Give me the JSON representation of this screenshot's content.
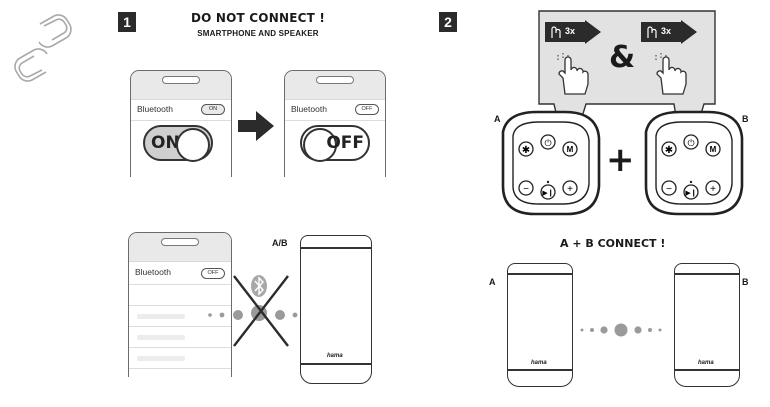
{
  "step1": {
    "number": "1",
    "title_prefix": "DO ",
    "title_emph": "NOT",
    "title_suffix": " CONNECT !",
    "subtitle": "SMARTPHONE AND SPEAKER"
  },
  "phone": {
    "bluetooth_label": "Bluetooth",
    "toggle_on_small": "ON",
    "toggle_off_small": "OFF"
  },
  "big_toggle": {
    "on": "ON",
    "off": "OFF"
  },
  "lower": {
    "speaker_label": "A/B",
    "brand": "hama"
  },
  "step2": {
    "number": "2",
    "press_count": "3x",
    "ampersand": "&",
    "plus": "+",
    "label_a": "A",
    "label_b": "B"
  },
  "connect": {
    "title": "A + B",
    "suffix": " CONNECT !",
    "label_a": "A",
    "label_b": "B",
    "brand": "hama"
  }
}
